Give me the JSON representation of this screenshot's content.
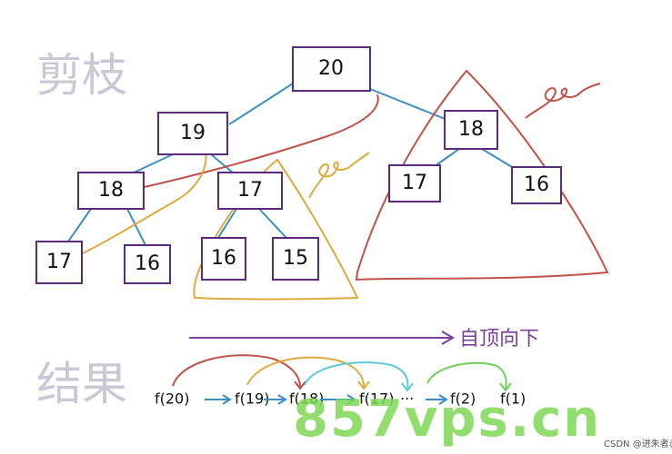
{
  "labels": {
    "pruning": "剪枝",
    "result": "结果",
    "top_down": "自顶向下"
  },
  "tree": {
    "nodes": [
      {
        "id": "n20",
        "label": "20"
      },
      {
        "id": "n19",
        "label": "19"
      },
      {
        "id": "n18r",
        "label": "18"
      },
      {
        "id": "n18l",
        "label": "18"
      },
      {
        "id": "n17m",
        "label": "17"
      },
      {
        "id": "n17r",
        "label": "17"
      },
      {
        "id": "n16r",
        "label": "16"
      },
      {
        "id": "n17l",
        "label": "17"
      },
      {
        "id": "n16l",
        "label": "16"
      },
      {
        "id": "n16m",
        "label": "16"
      },
      {
        "id": "n15m",
        "label": "15"
      }
    ]
  },
  "sequence": {
    "items": [
      "f(20)",
      "f(19)",
      "f(18)",
      "f(17)",
      "f(2)",
      "f(1)"
    ],
    "ellipsis": "···"
  },
  "watermark": {
    "site": "857vps.cn",
    "credit": "CSDN @进朱者赤"
  },
  "colors": {
    "node_border": "#5b2b7a",
    "edge": "#3b8ec6",
    "prune_red": "#c0524a",
    "prune_orange": "#e0a93b",
    "arrow_purple": "#7a3f9b",
    "arc_teal": "#5fc9d9",
    "arc_green": "#6fd05a",
    "watermark_green": "#7ed957",
    "cn_gray": "#c9c9d6"
  }
}
